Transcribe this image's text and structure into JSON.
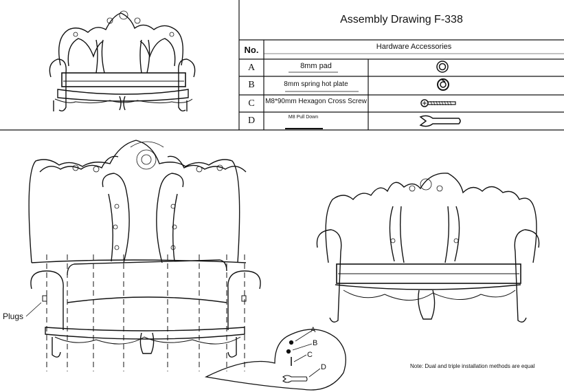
{
  "title": "Assembly Drawing F-338",
  "table": {
    "no_header": "No.",
    "accessories_header": "Hardware Accessories",
    "rows": [
      {
        "letter": "A",
        "name": "8mm pad",
        "icon": "washer-icon"
      },
      {
        "letter": "B",
        "name": "8mm spring hot plate",
        "icon": "spring-washer-icon"
      },
      {
        "letter": "C",
        "name": "M8*90mm Hexagon Cross Screw",
        "icon": "screw-icon"
      },
      {
        "letter": "D",
        "name": "M8 Pull Down",
        "icon": "wrench-icon"
      }
    ]
  },
  "labels": {
    "plugs": "Plugs",
    "note": "Note: Dual and triple installation methods are equal"
  },
  "callouts": [
    "A",
    "B",
    "C",
    "D"
  ],
  "colors": {
    "line": "#111111",
    "background": "#ffffff"
  }
}
